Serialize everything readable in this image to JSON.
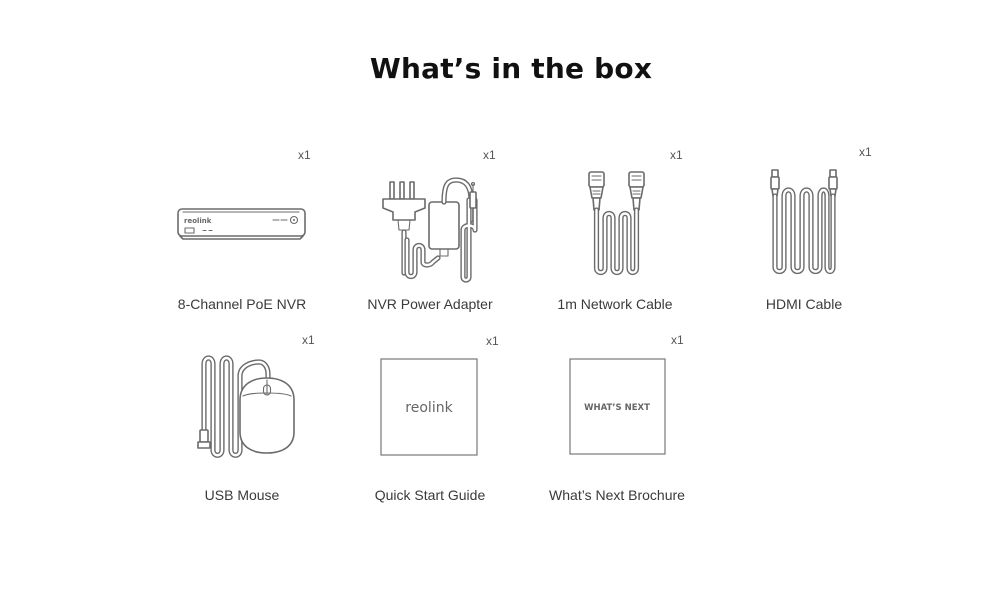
{
  "header": {
    "title": "What’s in the box"
  },
  "items": [
    {
      "label": "8-Channel PoE NVR",
      "qty": "x1",
      "icon": "nvr-icon",
      "brand": "reolink"
    },
    {
      "label": "NVR Power Adapter",
      "qty": "x1",
      "icon": "power-adapter-icon"
    },
    {
      "label": "1m Network Cable",
      "qty": "x1",
      "icon": "network-cable-icon"
    },
    {
      "label": "HDMI Cable",
      "qty": "x1",
      "icon": "hdmi-cable-icon"
    },
    {
      "label": "USB Mouse",
      "qty": "x1",
      "icon": "usb-mouse-icon"
    },
    {
      "label": "Quick Start Guide",
      "qty": "x1",
      "icon": "quick-start-guide-icon",
      "cover_text": "reolink"
    },
    {
      "label": "What’s Next Brochure",
      "qty": "x1",
      "icon": "brochure-icon",
      "cover_text": "WHAT’S NEXT"
    }
  ]
}
